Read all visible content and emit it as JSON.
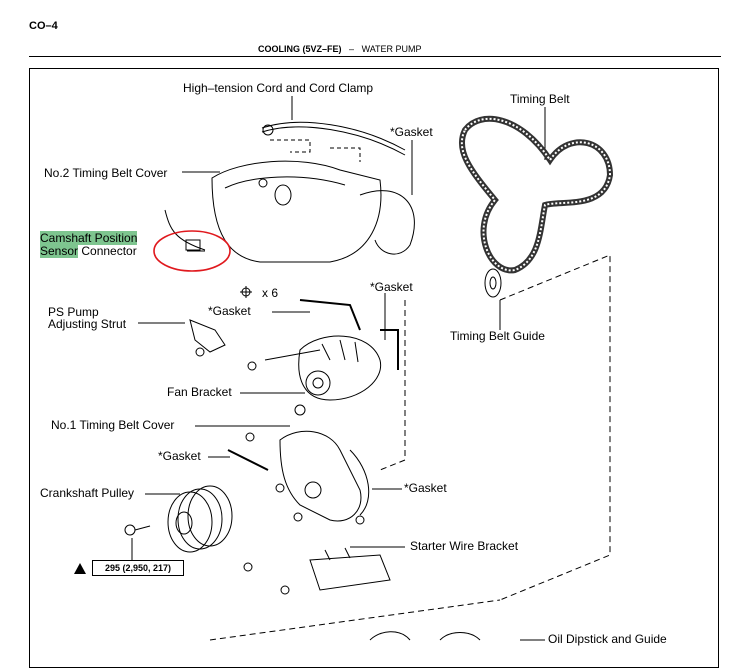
{
  "page_id": "CO–4",
  "header": {
    "section": "COOLING (5VZ–FE)",
    "separator": "–",
    "subsection": "WATER PUMP"
  },
  "labels": {
    "high_tension_cord": "High–tension Cord and Cord Clamp",
    "timing_belt": "Timing Belt",
    "gasket_top": "*Gasket",
    "no2_cover": "No.2 Timing Belt Cover",
    "cam_sensor_line1": "Camshaft Position",
    "cam_sensor_line2_hl": "Sensor",
    "cam_sensor_line2_rest": " Connector",
    "bolts_x6": "x 6",
    "gasket_right": "*Gasket",
    "ps_pump_line1": "PS Pump",
    "ps_pump_line2": "Adjusting Strut",
    "gasket_mid": "*Gasket",
    "timing_belt_guide": "Timing Belt Guide",
    "fan_bracket": "Fan Bracket",
    "no1_cover": "No.1 Timing Belt Cover",
    "gasket_left": "*Gasket",
    "crankshaft_pulley": "Crankshaft Pulley",
    "gasket_lower": "*Gasket",
    "starter_wire_bracket": "Starter Wire Bracket",
    "oil_dipstick": "Oil Dipstick and Guide"
  },
  "torque_spec": "295 (2,950, 217)",
  "colors": {
    "highlight": "#7ec58f",
    "annotation": "#e0191e"
  }
}
